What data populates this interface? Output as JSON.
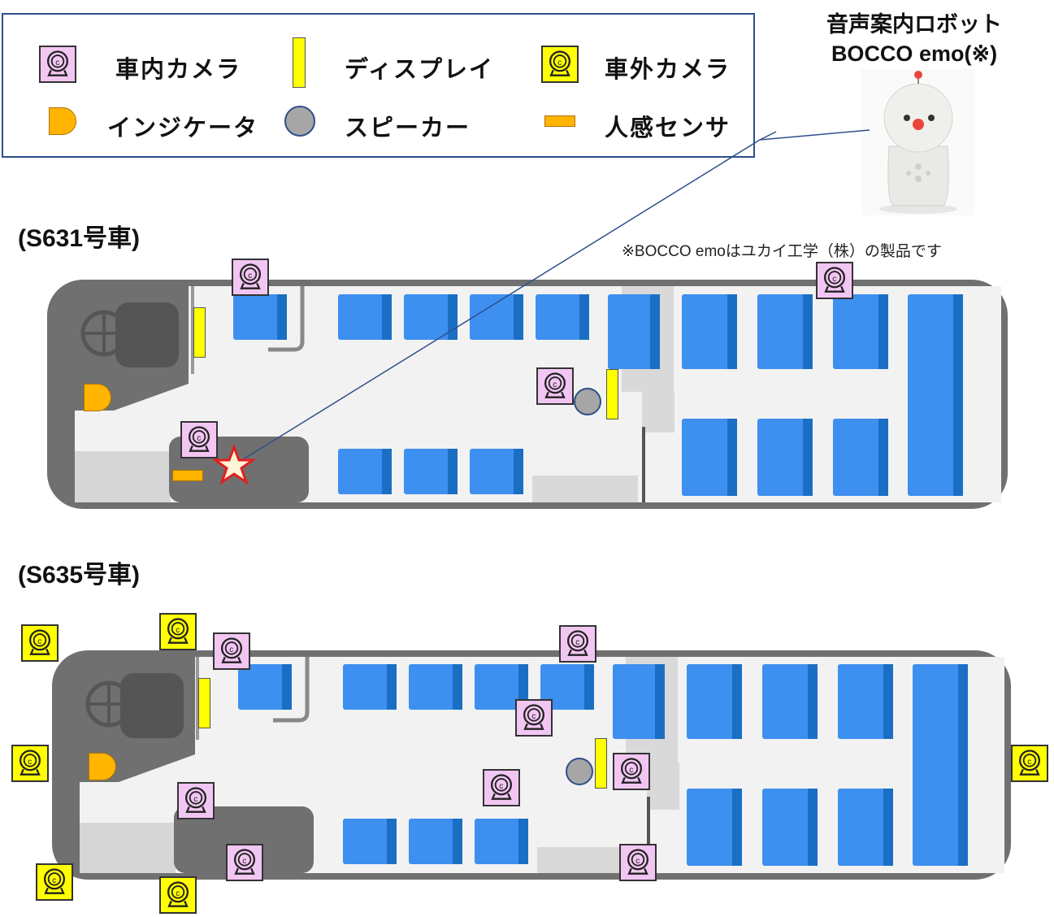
{
  "legend": {
    "interior_camera": "車内カメラ",
    "display": "ディスプレイ",
    "exterior_camera": "車外カメラ",
    "indicator": "インジケータ",
    "speaker": "スピーカー",
    "human_sensor": "人感センサ"
  },
  "robot": {
    "title_line1": "音声案内ロボット",
    "title_line2": "BOCCO emo(※)",
    "note": "※BOCCO emoはユカイ工学（株）の製品です"
  },
  "bus1": {
    "title": "(S631号車)"
  },
  "bus2": {
    "title": "(S635号車)"
  },
  "colors": {
    "legend_border": "#2f4f8a",
    "seat": "#3d8ff0",
    "seat_back": "#1a6fc4",
    "bus_body": "#707070",
    "floor": "#f2f2f2",
    "interior_camera": "#f2c6f2",
    "exterior_camera": "#ffff00",
    "indicator": "#ffb400",
    "star": "#e21f1f"
  },
  "icons": [
    "camera-icon",
    "display-icon",
    "indicator-icon",
    "speaker-icon",
    "human-sensor-icon",
    "star-icon",
    "robot-icon"
  ]
}
